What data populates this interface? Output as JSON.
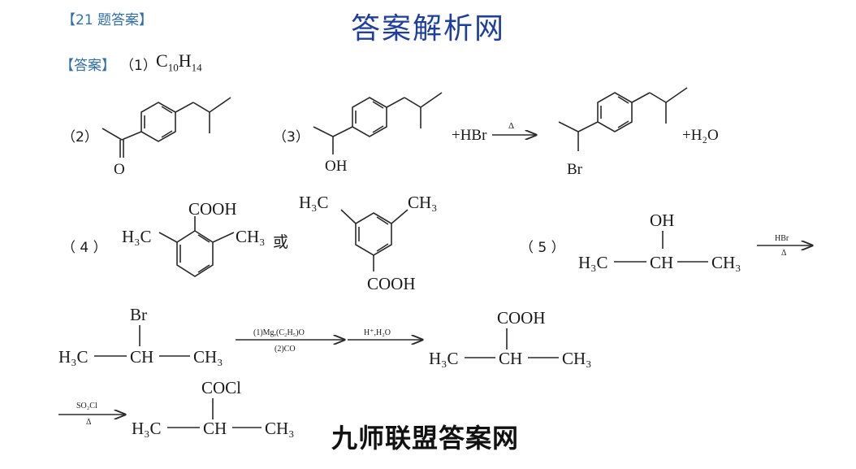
{
  "header": {
    "question_tag": "【21 题答案】",
    "watermark_top": "答案解析网"
  },
  "answer": {
    "tag": "【答案】",
    "part1_number": "（1）",
    "formula_base_c": "C",
    "formula_sub_c": "10",
    "formula_base_h": "H",
    "formula_sub_h": "14"
  },
  "labels": {
    "q2": "（2）",
    "q3": "（3）",
    "q4": "（ 4 ）",
    "q5": "（ 5 ）",
    "or_text": "或"
  },
  "reagents": {
    "hbr_reactant": "+HBr",
    "delta": "Δ",
    "h2o_product": "+H₂O",
    "hbr_top": "HBr",
    "step2_top": "(1)Mg,(C₂H₅)O",
    "step2_bottom": "(2)CO",
    "step3_top": "H⁺,H₂O",
    "socl_top": "SO₂Cl"
  },
  "atoms": {
    "o": "O",
    "oh": "OH",
    "br": "Br",
    "cooh": "COOH",
    "cocl": "COCl",
    "ch": "CH",
    "h3c": "H₃C",
    "ch3": "CH₃"
  },
  "footer": {
    "watermark_bottom": "九师联盟答案网"
  }
}
